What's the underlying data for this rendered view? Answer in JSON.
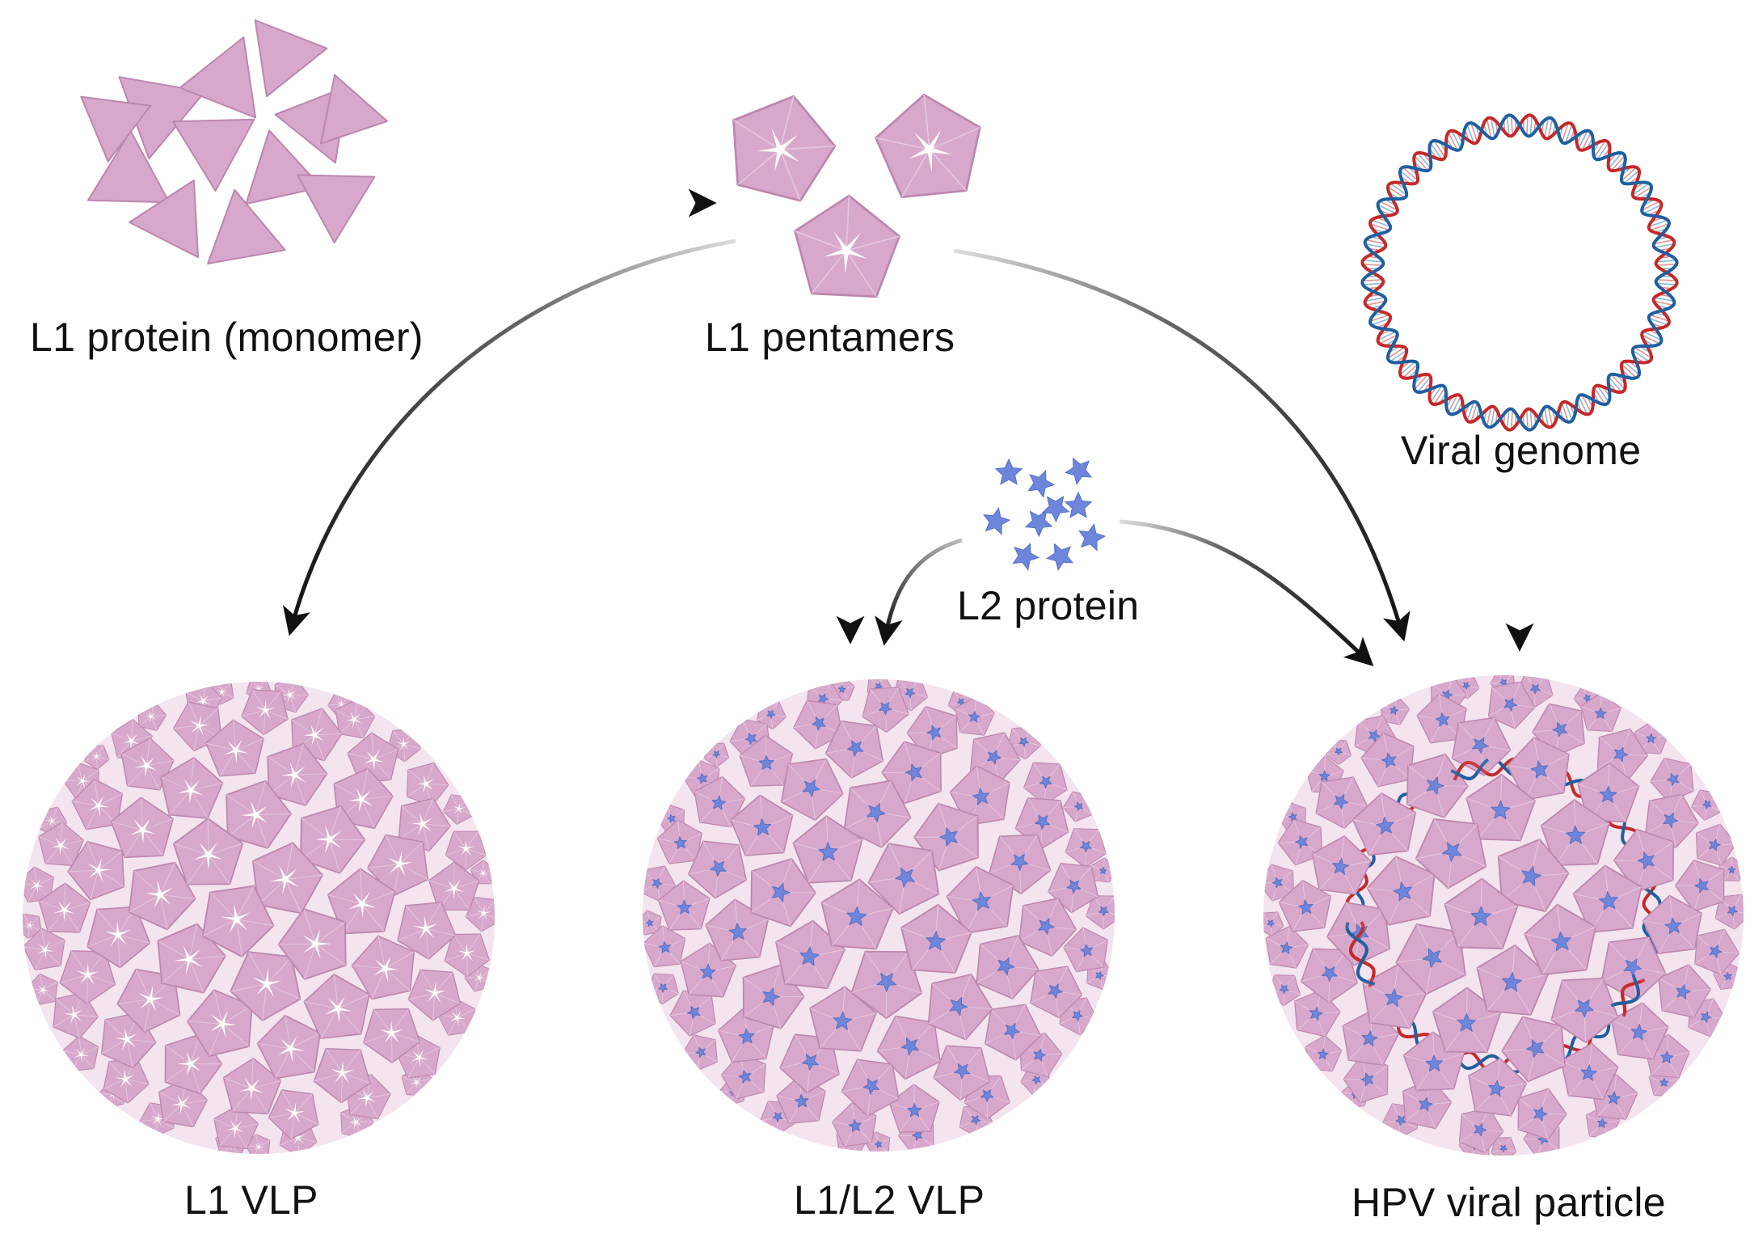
{
  "labels": {
    "monomer": "L1 protein (monomer)",
    "pentamers": "L1 pentamers",
    "genome": "Viral genome",
    "l2": "L2 protein",
    "l1vlp": "L1 VLP",
    "l1l2vlp": "L1/L2 VLP",
    "hpv": "HPV viral particle"
  },
  "colors": {
    "protein_fill": "#d7a8cb",
    "protein_edge": "#bd86ae",
    "protein_light": "#ead0e3",
    "l2_star": "#6d86dc",
    "dna_red": "#c62828",
    "dna_blue": "#1f5f9f",
    "arrow": "#111111",
    "background": "#ffffff"
  }
}
